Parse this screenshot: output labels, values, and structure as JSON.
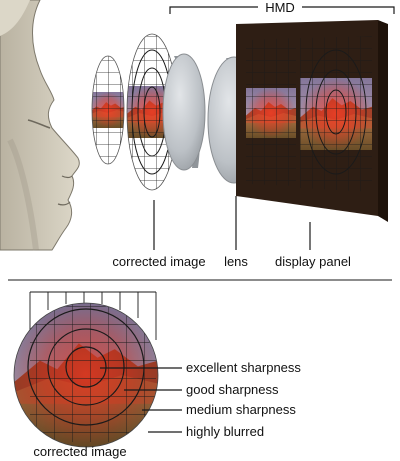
{
  "colors": {
    "background": "#ffffff",
    "face_skin": "#cfc9b8",
    "face_shadow": "#9f998a",
    "lens_glass": "#c4c8cc",
    "lens_edge": "#8e9296",
    "panel_frame": "#2e1e14",
    "sky": "#8ea6cc",
    "rock": "#9b4a2e",
    "ground": "#6e6a3a",
    "overlay_red": "#e02a1c",
    "ring_stroke": "#1a1a1a"
  },
  "top_diagram": {
    "hmd_label": "HMD",
    "callouts": {
      "corrected_image": "corrected image",
      "lens": "lens",
      "display_panel": "display panel"
    },
    "icons": [
      "face-profile",
      "image-disc",
      "lens-disc",
      "display-panel"
    ]
  },
  "bottom_diagram": {
    "legend": {
      "excellent": "excellent sharpness",
      "good": "good sharpness",
      "medium": "medium sharpness",
      "blurred": "highly blurred"
    },
    "caption": "corrected image"
  }
}
